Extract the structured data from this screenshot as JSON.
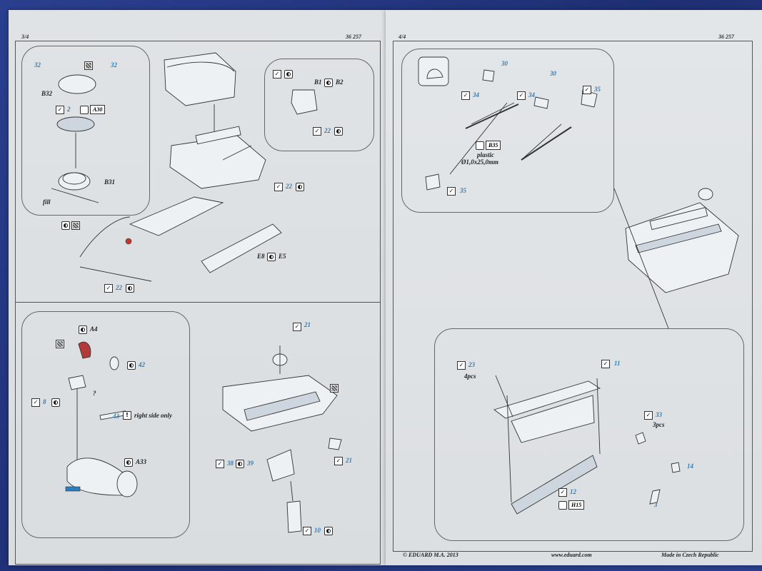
{
  "left_sheet": {
    "page_label": "3/4",
    "kit_number": "36 257",
    "top_section": {
      "callout_top_left": {
        "labels": {
          "b32": "B32",
          "b31": "B31",
          "fill": "fill",
          "a30": "A30"
        },
        "numbers": {
          "n32a": "32",
          "n32b": "32",
          "n2": "2"
        }
      },
      "callout_top_right": {
        "labels": {
          "b1": "B1",
          "b2": "B2"
        },
        "numbers": {
          "n22": "22"
        }
      },
      "labels": {
        "e8": "E8",
        "e5": "E5"
      },
      "numbers": {
        "n22a": "22",
        "n22b": "22"
      }
    },
    "bottom_section": {
      "callout_left": {
        "labels": {
          "a4": "A4",
          "a33": "A33",
          "question": "?",
          "excl": "!",
          "right_side_only": "right side only"
        },
        "numbers": {
          "n42": "42",
          "n8": "8",
          "n43": "43"
        }
      },
      "numbers": {
        "n21a": "21",
        "n21b": "21",
        "n38": "38",
        "n39": "39",
        "n10": "10"
      }
    }
  },
  "right_sheet": {
    "page_label": "4/4",
    "kit_number": "36 257",
    "top_callout": {
      "labels": {
        "b35": "B35",
        "plastic": "plastic",
        "rod_size": "Ø1,0x25,0mm"
      },
      "numbers": {
        "n30a": "30",
        "n30b": "30",
        "n34a": "34",
        "n34b": "34",
        "n35a": "35",
        "n35b": "35"
      }
    },
    "bottom_callout": {
      "labels": {
        "pcs4": "4pcs",
        "pcs3": "3pcs",
        "h15": "H15"
      },
      "numbers": {
        "n23": "23",
        "n11": "11",
        "n33": "33",
        "n14": "14",
        "n12": "12",
        "n3": "3"
      }
    },
    "footer": {
      "copyright": "© EDUARD  M.A. 2013",
      "website": "www.eduard.com",
      "made_in": "Made in Czech Republic"
    }
  }
}
